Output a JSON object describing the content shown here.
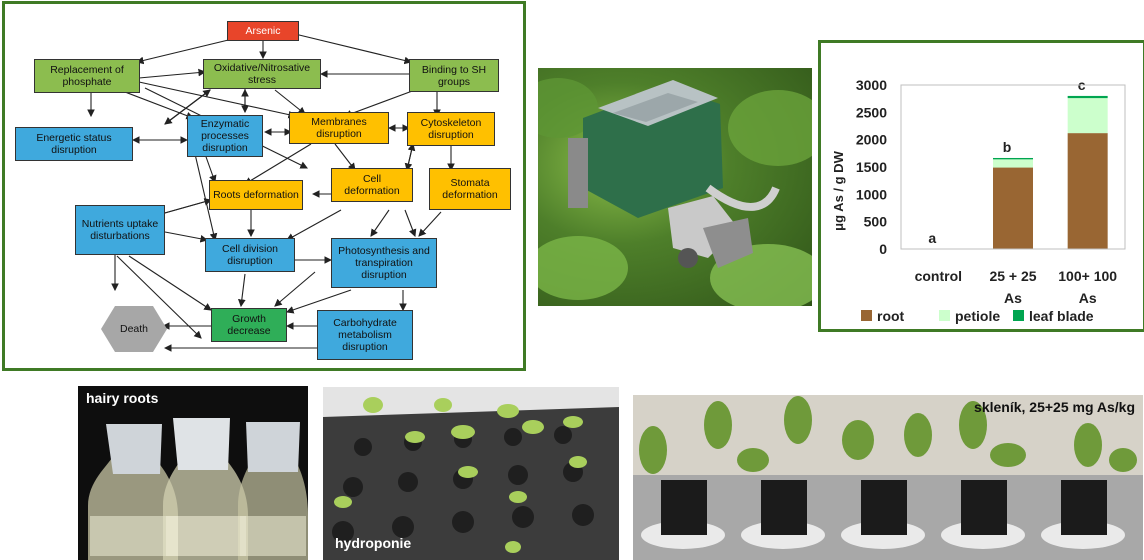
{
  "diagram": {
    "nodes": {
      "arsenic": "Arsenic",
      "replacement": "Replacement of phosphate",
      "oxidative": "Oxidative/Nitrosative stress",
      "binding": "Binding to SH groups",
      "energetic": "Energetic status disruption",
      "enzymatic": "Enzymatic processes disruption",
      "membranes": "Membranes disruption",
      "cytoskeleton": "Cytoskeleton disruption",
      "roots": "Roots deformation",
      "cell_def": "Cell deformation",
      "stomata": "Stomata deformation",
      "nutrients": "Nutrients uptake disturbations",
      "cell_div": "Cell division disruption",
      "photosynthesis": "Photosynthesis and transpiration disruption",
      "death": "Death",
      "growth": "Growth decrease",
      "carbohydrate": "Carbohydrate metabolism disruption"
    },
    "colors": {
      "arsenic": "#e8452a",
      "stress": "#8cbd4f",
      "blue": "#3fa9dd",
      "orange": "#ffc000",
      "growth": "#2fae58",
      "death": "#a7a7a7"
    }
  },
  "chart_data": {
    "type": "bar",
    "stacked": true,
    "categories": [
      "control",
      "25 + 25 As",
      "100+ 100 As"
    ],
    "category_lines": [
      [
        "control"
      ],
      [
        "25 + 25",
        "As"
      ],
      [
        "100+ 100",
        "As"
      ]
    ],
    "series": [
      {
        "name": "root",
        "color": "#996633",
        "values": [
          0,
          1490,
          2120
        ]
      },
      {
        "name": "petiole",
        "color": "#ccffcc",
        "values": [
          0,
          150,
          640
        ]
      },
      {
        "name": "leaf blade",
        "color": "#00a550",
        "values": [
          0,
          25,
          40
        ]
      }
    ],
    "data_labels": [
      "a",
      "b",
      "c"
    ],
    "ylabel": "μg As / g DW",
    "yticks": [
      "0",
      "500",
      "1000",
      "1500",
      "2000",
      "2500",
      "3000"
    ],
    "ylim": [
      0,
      3000
    ],
    "legend_position": "bottom",
    "grid": false
  },
  "photos": {
    "hairy_caption": "hairy roots",
    "hydro_caption": "hydroponie",
    "greenhouse_caption": "skleník, 25+25 mg As/kg"
  }
}
